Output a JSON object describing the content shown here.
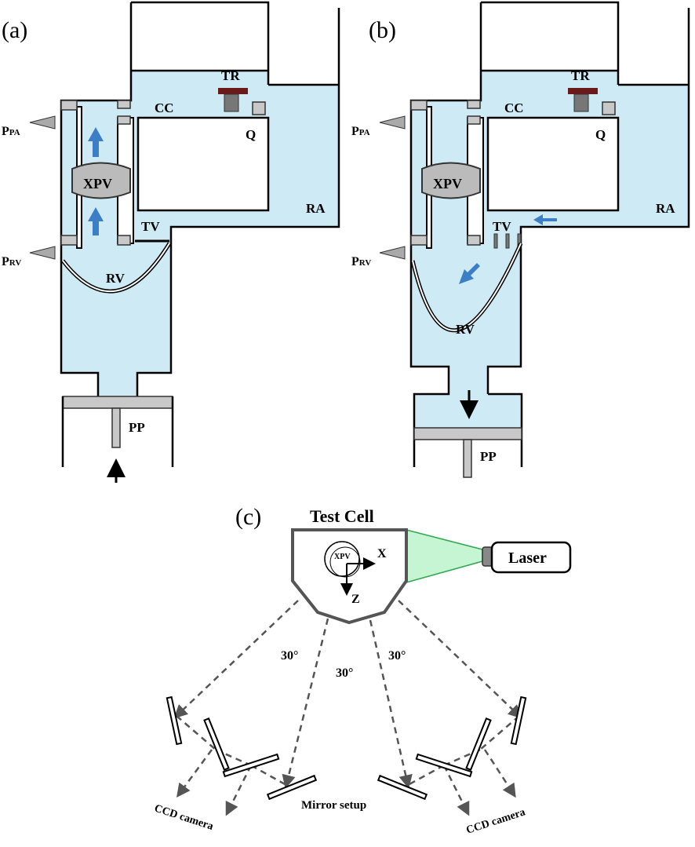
{
  "panels": {
    "a": {
      "panel_label": "(a)",
      "labels": {
        "cc": "CC",
        "tr": "TR",
        "q": "Q",
        "ppa_main": "P",
        "ppa_sub": "PA",
        "xpv": "XPV",
        "tv": "TV",
        "ra": "RA",
        "prv_main": "P",
        "prv_sub": "RV",
        "rv": "RV",
        "pp": "PP"
      }
    },
    "b": {
      "panel_label": "(b)",
      "labels": {
        "cc": "CC",
        "tr": "TR",
        "q": "Q",
        "ppa_main": "P",
        "ppa_sub": "PA",
        "xpv": "XPV",
        "tv": "TV",
        "ra": "RA",
        "prv_main": "P",
        "prv_sub": "RV",
        "rv": "RV",
        "pp": "PP"
      }
    },
    "c": {
      "panel_label": "(c)",
      "title": "Test Cell",
      "labels": {
        "laser": "Laser",
        "xpv": "XPV",
        "axis_x": "X",
        "axis_z": "Z",
        "angle_left": "30°",
        "angle_center": "30°",
        "angle_right": "30°",
        "mirror_setup": "Mirror setup",
        "ccd_left": "CCD camera",
        "ccd_right": "CCD camera"
      }
    }
  },
  "colors": {
    "fluid": "#cdeaf5",
    "flow_arrow": "#3d7fc7",
    "tr_knob": "#6b1a1a",
    "laser_beam": "#c6f5d3",
    "laser_edge": "#2fa84f",
    "gray_part": "#c8c8c8"
  }
}
